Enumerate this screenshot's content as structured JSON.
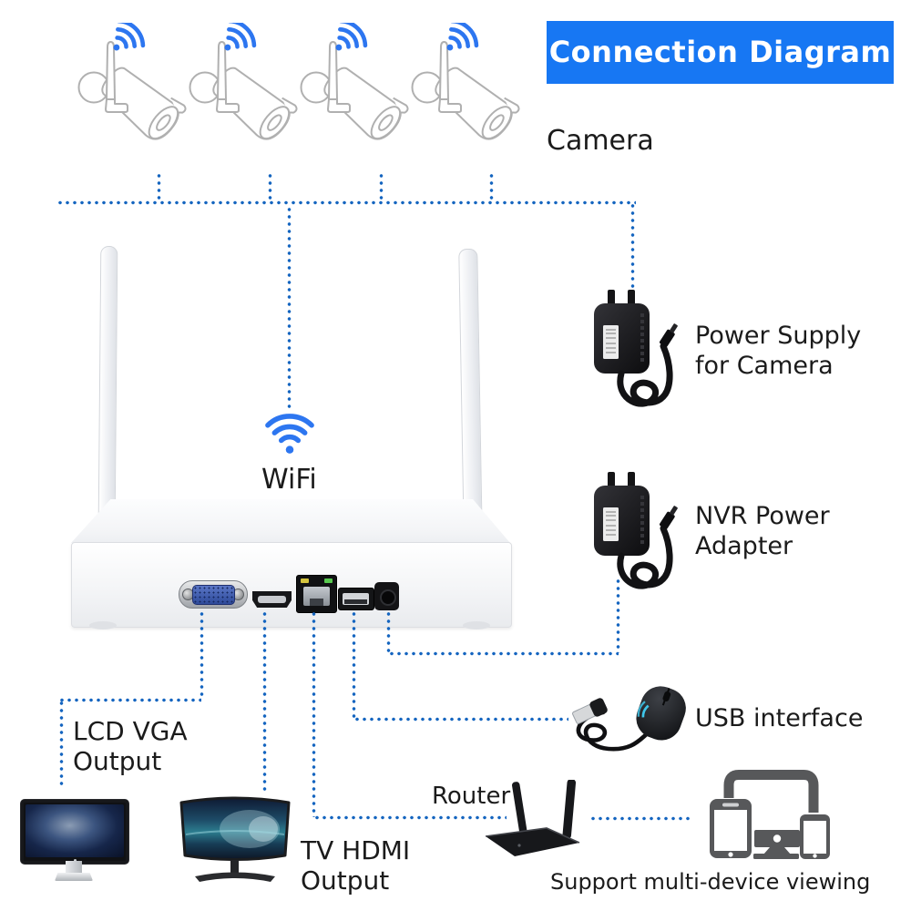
{
  "banner": {
    "title": "Connection Diagram",
    "bg_color": "#1777f3",
    "text_color": "#ffffff"
  },
  "labels": {
    "camera": "Camera",
    "wifi": "WiFi",
    "psu_camera_line1": "Power Supply",
    "psu_camera_line2": "for Camera",
    "nvr_psu_line1": "NVR Power",
    "nvr_psu_line2": "Adapter",
    "usb_interface": "USB interface",
    "lcd_vga_line1": "LCD VGA",
    "lcd_vga_line2": "Output",
    "tv_hdmi_line1": "TV HDMI",
    "tv_hdmi_line2": "Output",
    "router": "Router",
    "multi_device": "Support multi-device viewing"
  },
  "colors": {
    "banner_blue": "#1777f3",
    "dotted_line_blue": "#1565c0",
    "wifi_blue": "#2d76f0",
    "device_gray": "#57585a",
    "camera_outline_gray": "#b0b0b0"
  },
  "counts": {
    "cameras": 4,
    "power_adapters": 2
  },
  "icons": [
    "wifi-icon",
    "camera-icon",
    "power-adapter-icon",
    "nvr-icon",
    "antenna",
    "vga-port-icon",
    "hdmi-port-icon",
    "ethernet-port-icon",
    "usb-port-icon",
    "dc-power-port-icon",
    "lcd-monitor-icon",
    "curved-tv-icon",
    "mouse-icon",
    "router-icon",
    "multi-device-icon"
  ]
}
